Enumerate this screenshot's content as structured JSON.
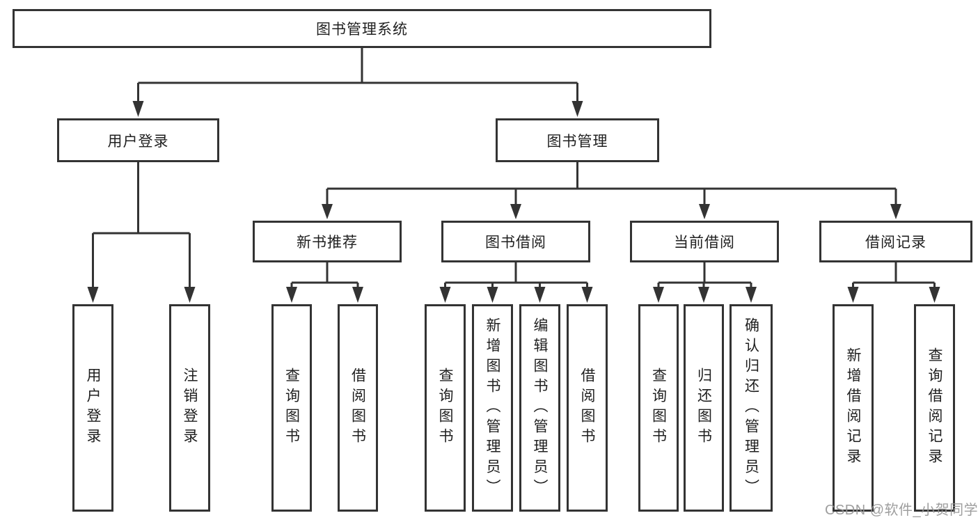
{
  "watermark": {
    "text": "CSDN @软件_小贺同学"
  },
  "colors": {
    "line": "#333333",
    "box_border": "#333333",
    "text": "#1f1f1f",
    "watermark": "#969696",
    "background": "#ffffff"
  },
  "diagram": {
    "root": {
      "label": "图书管理系统"
    },
    "branches": [
      {
        "label": "用户登录",
        "children": [
          {
            "label": "用户登录"
          },
          {
            "label": "注销登录"
          }
        ]
      },
      {
        "label": "图书管理",
        "children": [
          {
            "label": "新书推荐",
            "children": [
              {
                "label": "查询图书"
              },
              {
                "label": "借阅图书"
              }
            ]
          },
          {
            "label": "图书借阅",
            "children": [
              {
                "label": "查询图书"
              },
              {
                "label": "新增图书（管理员）"
              },
              {
                "label": "编辑图书（管理员）"
              },
              {
                "label": "借阅图书"
              }
            ]
          },
          {
            "label": "当前借阅",
            "children": [
              {
                "label": "查询图书"
              },
              {
                "label": "归还图书"
              },
              {
                "label": "确认归还（管理员）"
              }
            ]
          },
          {
            "label": "借阅记录",
            "children": [
              {
                "label": "新增借阅记录"
              },
              {
                "label": "查询借阅记录"
              }
            ]
          }
        ]
      }
    ]
  }
}
